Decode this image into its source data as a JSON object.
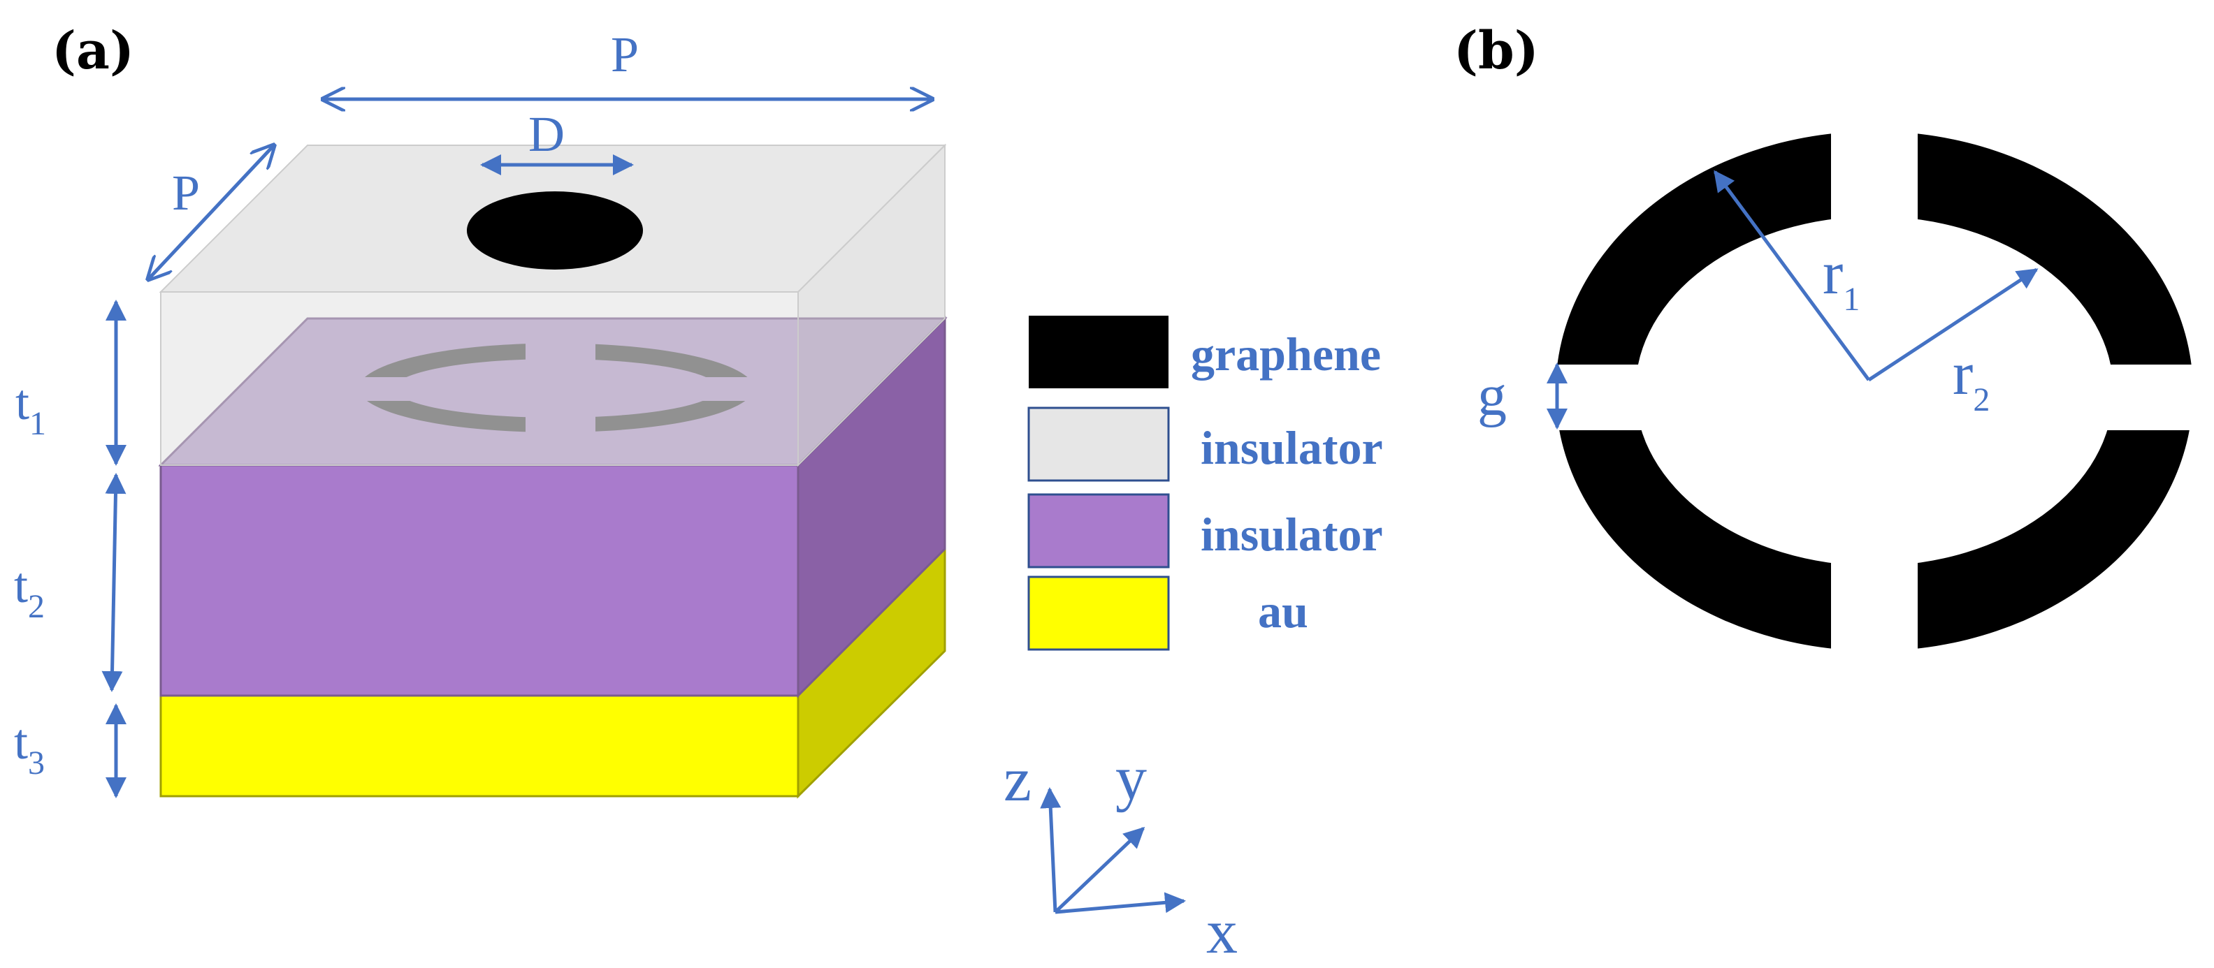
{
  "panels": {
    "a": {
      "label": "(a)"
    },
    "b": {
      "label": "(b)"
    }
  },
  "dimensions": {
    "period_top": "P",
    "period_side": "P",
    "diameter": "D",
    "t1": {
      "main": "t",
      "sub": "1"
    },
    "t2": {
      "main": "t",
      "sub": "2"
    },
    "t3": {
      "main": "t",
      "sub": "3"
    },
    "r1": {
      "main": "r",
      "sub": "1"
    },
    "r2": {
      "main": "r",
      "sub": "2"
    },
    "gap": "g"
  },
  "legend": [
    {
      "label": "graphene",
      "color": "#000000"
    },
    {
      "label": "insulator",
      "color": "#e6e6e6"
    },
    {
      "label": "insulator",
      "color": "#a97bcc"
    },
    {
      "label": "au",
      "color": "#ffff00"
    }
  ],
  "axes": {
    "x": "x",
    "y": "y",
    "z": "z"
  },
  "colors": {
    "annotation": "#4472c4",
    "graphene": "#000000",
    "top_insulator": "#e6e6e6",
    "middle_insulator": "#a97bcc",
    "gold": "#ffff00"
  }
}
